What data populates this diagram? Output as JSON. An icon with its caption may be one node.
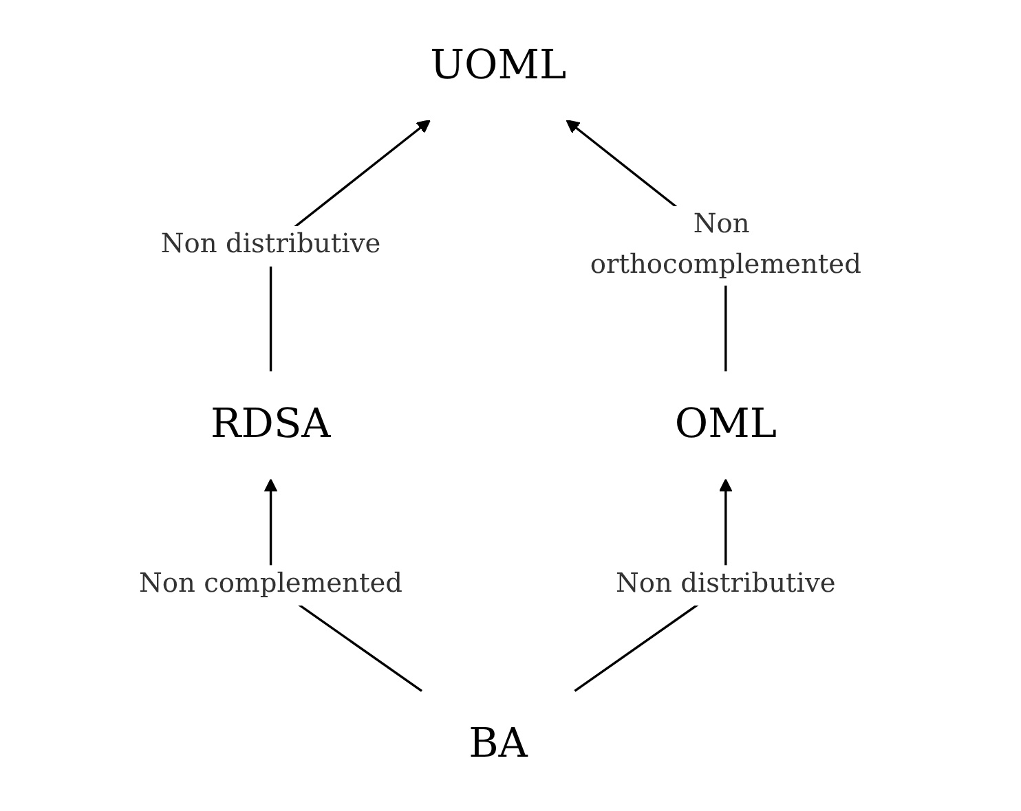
{
  "diagram": {
    "nodes": [
      {
        "text": [
          "UOML"
        ]
      },
      {
        "text": [
          "RDSA"
        ]
      },
      {
        "text": [
          "OML"
        ]
      },
      {
        "text": [
          "BA"
        ]
      }
    ],
    "edges": [
      {
        "from": 1,
        "to": 0,
        "arrow": "to",
        "label": "Non distributive"
      },
      {
        "from": 2,
        "to": 0,
        "arrow": "to",
        "label": "Non orthocomplemented"
      },
      {
        "from": 3,
        "to": 1,
        "arrow": "to",
        "label": "Non complemented"
      },
      {
        "from": 3,
        "to": 2,
        "arrow": "to",
        "label": "Non distributive"
      }
    ]
  }
}
